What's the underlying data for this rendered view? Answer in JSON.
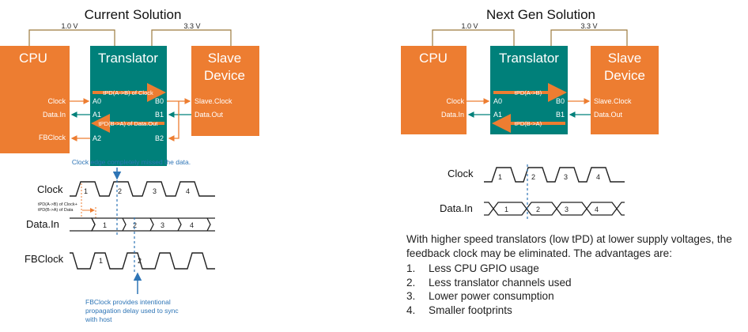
{
  "colors": {
    "orange": "#ED7D31",
    "teal": "#00807A",
    "label_blue": "#2E75B6",
    "rail": "#9C7B3F",
    "wave": "#222222"
  },
  "left": {
    "title": "Current Solution",
    "rail_low": "1.0 V",
    "rail_high": "3.3 V",
    "cpu": "CPU",
    "translator": "Translator",
    "slave_line1": "Slave",
    "slave_line2": "Device",
    "pins": {
      "clock": "Clock",
      "data_in": "Data.In",
      "fbclock": "FBClock",
      "a0": "A0",
      "a1": "A1",
      "a2": "A2",
      "b0": "B0",
      "b1": "B1",
      "b2": "B2",
      "slave_clock": "Slave.Clock",
      "data_out": "Data.Out"
    },
    "arrow_ab": "tPD(A->B) of Clock",
    "arrow_ba": "tPD(B->A) of Data.Out",
    "note_top": "Clock edge completely missed the data.",
    "wave_labels": {
      "clock": "Clock",
      "data_in": "Data.In",
      "fbclock": "FBClock"
    },
    "delay_note_1": "tPD(A->B) of Clock+",
    "delay_note_2": "tPD(B->A) of Data",
    "clock_nums": [
      "1",
      "2",
      "3",
      "4"
    ],
    "data_nums": [
      "1",
      "2",
      "3",
      "4"
    ],
    "fb_nums": [
      "1",
      "2"
    ],
    "note_bottom_1": "FBClock provides intentional",
    "note_bottom_2": "propagation delay used to sync",
    "note_bottom_3": "with host"
  },
  "right": {
    "title": "Next Gen Solution",
    "rail_low": "1.0 V",
    "rail_high": "3.3 V",
    "cpu": "CPU",
    "translator": "Translator",
    "slave_line1": "Slave",
    "slave_line2": "Device",
    "pins": {
      "clock": "Clock",
      "data_in": "Data.In",
      "a0": "A0",
      "a1": "A1",
      "b0": "B0",
      "b1": "B1",
      "slave_clock": "Slave.Clock",
      "data_out": "Data.Out"
    },
    "arrow_ab": "tPD(A->B)",
    "arrow_ba": "tPD(B->A)",
    "wave_labels": {
      "clock": "Clock",
      "data_in": "Data.In"
    },
    "clock_nums": [
      "1",
      "2",
      "3",
      "4"
    ],
    "data_nums": [
      "1",
      "2",
      "3",
      "4"
    ]
  },
  "advantages": {
    "intro": "With higher speed translators (low tPD) at lower supply voltages, the feedback clock may be eliminated. The advantages are:",
    "items": [
      {
        "num": "1.",
        "text": "Less CPU GPIO usage"
      },
      {
        "num": "2.",
        "text": "Less translator channels used"
      },
      {
        "num": "3.",
        "text": "Lower power consumption"
      },
      {
        "num": "4.",
        "text": "Smaller footprints"
      }
    ]
  }
}
